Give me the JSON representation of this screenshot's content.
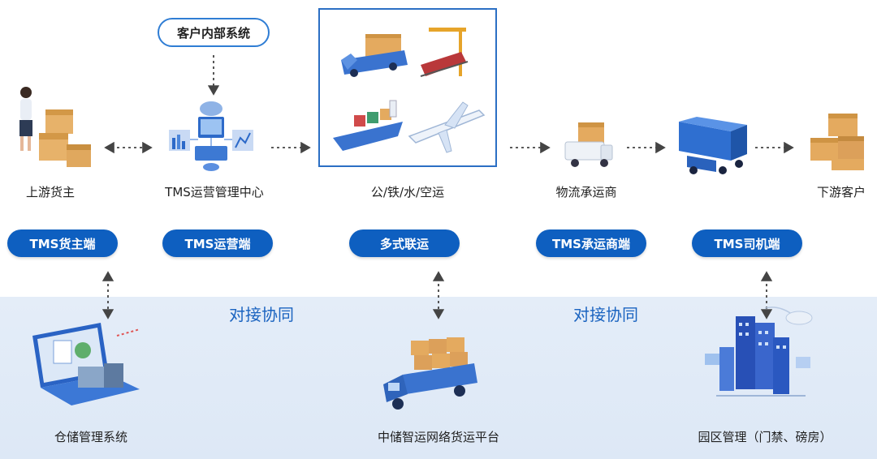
{
  "internal_system": "客户内部系统",
  "nodes": [
    {
      "label": "上游货主"
    },
    {
      "label": "TMS运营管理中心"
    },
    {
      "label": "公/铁/水/空运"
    },
    {
      "label": "物流承运商"
    },
    {
      "label": "下游客户"
    }
  ],
  "pills": [
    "TMS货主端",
    "TMS运营端",
    "多式联运",
    "TMS承运商端",
    "TMS司机端"
  ],
  "collaboration": [
    "对接协同",
    "对接协同"
  ],
  "bottom_nodes": [
    {
      "label": "仓储管理系统"
    },
    {
      "label": "中储智运网络货运平台"
    },
    {
      "label": "园区管理（门禁、磅房）"
    }
  ],
  "colors": {
    "primary": "#0e5fc0",
    "band": "#e4edf8",
    "accent_text": "#1a63c0"
  }
}
